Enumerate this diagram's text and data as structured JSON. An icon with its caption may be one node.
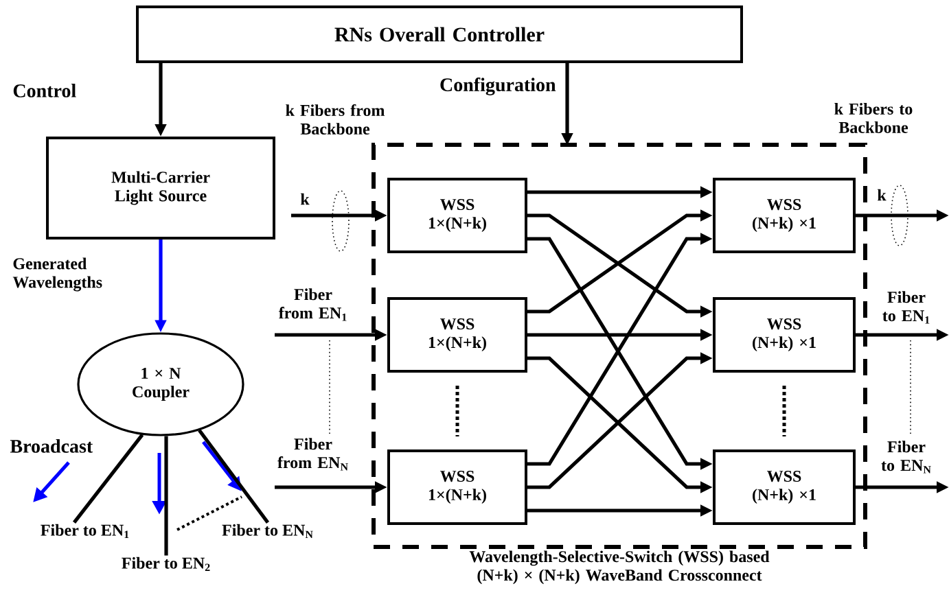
{
  "diagram": {
    "nodes": [
      {
        "text": [
          "RNs Overall Controller"
        ]
      },
      {
        "text": [
          "Multi-Carrier Light Source"
        ]
      },
      {
        "text": [
          "1 × N Coupler"
        ]
      },
      {
        "text": [
          "Wavelength-Selective-Switch (WSS) based (N+k) × (N+k) WaveBand Crossconnect"
        ]
      },
      {
        "text": [
          "WSS",
          "1×(N+k)"
        ],
        "in": 3
      },
      {
        "text": [
          "WSS",
          "1×(N+k)"
        ],
        "in": 3
      },
      {
        "text": [
          "WSS",
          "1×(N+k)"
        ],
        "in": 3
      },
      {
        "text": [
          "WSS",
          "(N+k) ×1"
        ],
        "in": 3
      },
      {
        "text": [
          "WSS",
          "(N+k) ×1"
        ],
        "in": 3
      },
      {
        "text": [
          "WSS",
          "(N+k) ×1"
        ],
        "in": 3
      },
      {
        "text": [
          "Fiber to EN$_{1}$"
        ]
      },
      {
        "text": [
          "Fiber to EN$_{2}$"
        ]
      },
      {
        "text": [
          "Fiber to EN$_{N}$"
        ]
      }
    ],
    "edges": [
      {
        "from": 0,
        "to": 1,
        "arrow": "to",
        "label": "Control"
      },
      {
        "from": 0,
        "to": 3,
        "arrow": "to",
        "label": "Configuration"
      },
      {
        "from": 1,
        "to": 2,
        "arrow": "to",
        "label": "Generated Wavelengths",
        "color": "#0000ff"
      },
      {
        "from": 2,
        "to": 10,
        "arrow": "none"
      },
      {
        "from": 2,
        "to": 11,
        "arrow": "none"
      },
      {
        "from": 2,
        "to": 12,
        "arrow": "none"
      },
      {
        "from": null,
        "to": 4,
        "arrow": "to",
        "label": "k"
      },
      {
        "from": null,
        "to": 5,
        "arrow": "to",
        "label": "Fiber from EN$_{1}$"
      },
      {
        "from": null,
        "to": 6,
        "arrow": "to",
        "label": "Fiber from EN$_{N}$"
      },
      {
        "from": 4,
        "to": 7,
        "arrow": "to"
      },
      {
        "from": 4,
        "to": 8,
        "arrow": "to"
      },
      {
        "from": 4,
        "to": 9,
        "arrow": "to"
      },
      {
        "from": 5,
        "to": 7,
        "arrow": "to"
      },
      {
        "from": 5,
        "to": 8,
        "arrow": "to"
      },
      {
        "from": 5,
        "to": 9,
        "arrow": "to"
      },
      {
        "from": 6,
        "to": 7,
        "arrow": "to"
      },
      {
        "from": 6,
        "to": 8,
        "arrow": "to"
      },
      {
        "from": 6,
        "to": 9,
        "arrow": "to"
      },
      {
        "from": 7,
        "to": null,
        "arrow": "to",
        "label": "k"
      },
      {
        "from": 8,
        "to": null,
        "arrow": "to",
        "label": "Fiber to EN$_{1}$"
      },
      {
        "from": 9,
        "to": null,
        "arrow": "to",
        "label": "Fiber to EN$_{N}$"
      }
    ],
    "labels": [
      "k Fibers from Backbone",
      "k Fibers to Backbone",
      "Broadcast"
    ]
  }
}
